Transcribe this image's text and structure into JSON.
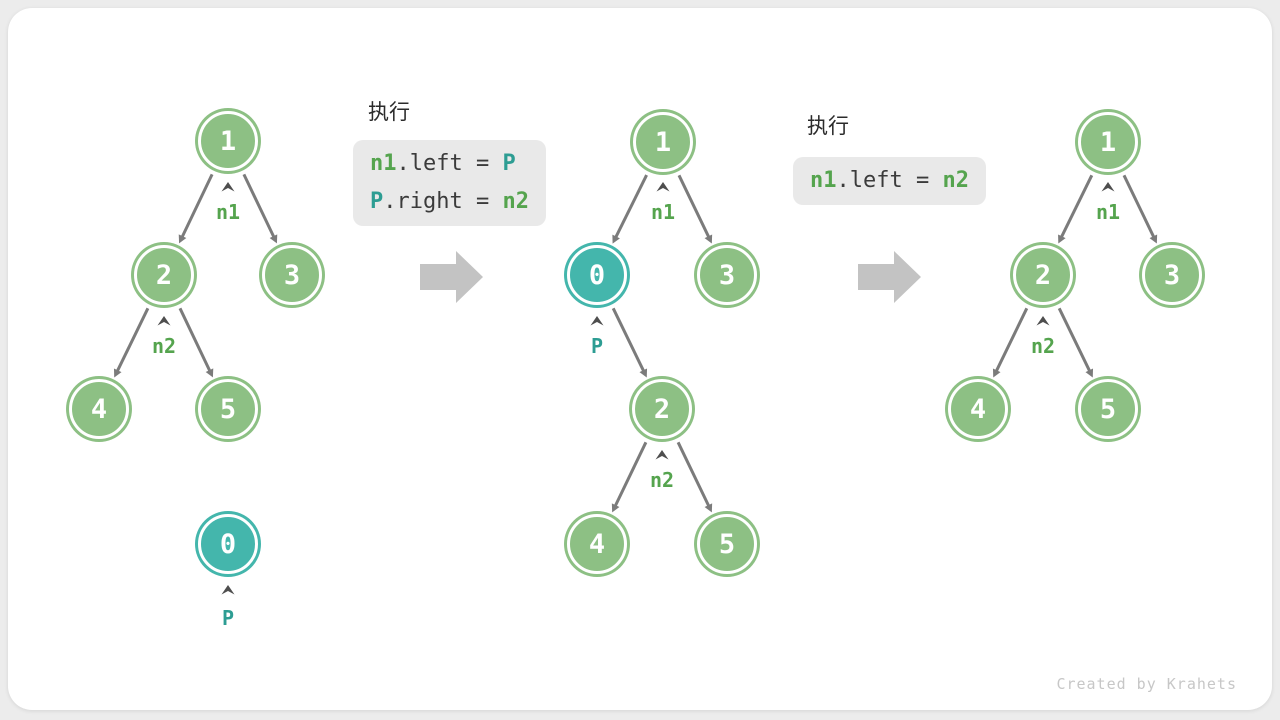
{
  "watermark": "Created by Krahets",
  "colors": {
    "page_background": "#ececec",
    "card_background": "#ffffff",
    "node_green": "#8DC084",
    "node_teal": "#44B6AC",
    "pointer_green_text": "#55A44E",
    "pointer_teal_text": "#2D9D93",
    "code_plain_text": "#3B3B3B",
    "code_box_background": "#E9E9E9",
    "edge_gray": "#7B7B7B",
    "step_arrow_gray": "#C3C3C3"
  },
  "code_blocks": [
    {
      "title": "执行",
      "lines": [
        {
          "segments": [
            {
              "text": "n1",
              "style": "green"
            },
            {
              "text": ".left = ",
              "style": "plain"
            },
            {
              "text": "P",
              "style": "teal"
            }
          ]
        },
        {
          "segments": [
            {
              "text": "P",
              "style": "teal"
            },
            {
              "text": ".right = ",
              "style": "plain"
            },
            {
              "text": "n2",
              "style": "green"
            }
          ]
        }
      ]
    },
    {
      "title": "执行",
      "lines": [
        {
          "segments": [
            {
              "text": "n1",
              "style": "green"
            },
            {
              "text": ".left = ",
              "style": "plain"
            },
            {
              "text": "n2",
              "style": "green"
            }
          ]
        }
      ]
    }
  ],
  "trees": [
    {
      "name": "tree-before-insertion",
      "nodes": [
        {
          "value": "1",
          "type": "green"
        },
        {
          "value": "2",
          "type": "green"
        },
        {
          "value": "3",
          "type": "green"
        },
        {
          "value": "4",
          "type": "green"
        },
        {
          "value": "5",
          "type": "green"
        },
        {
          "value": "0",
          "type": "teal"
        }
      ],
      "pointers": [
        {
          "label": "n1",
          "color": "green"
        },
        {
          "label": "n2",
          "color": "green"
        },
        {
          "label": "P",
          "color": "teal"
        }
      ],
      "edges": [
        "1->2",
        "1->3",
        "2->4",
        "2->5"
      ]
    },
    {
      "name": "tree-after-step1",
      "nodes": [
        {
          "value": "1",
          "type": "green"
        },
        {
          "value": "0",
          "type": "teal"
        },
        {
          "value": "3",
          "type": "green"
        },
        {
          "value": "2",
          "type": "green"
        },
        {
          "value": "4",
          "type": "green"
        },
        {
          "value": "5",
          "type": "green"
        }
      ],
      "pointers": [
        {
          "label": "n1",
          "color": "green"
        },
        {
          "label": "P",
          "color": "teal"
        },
        {
          "label": "n2",
          "color": "green"
        }
      ],
      "edges": [
        "1->0",
        "1->3",
        "0->2",
        "2->4",
        "2->5"
      ]
    },
    {
      "name": "tree-after-step2",
      "nodes": [
        {
          "value": "1",
          "type": "green"
        },
        {
          "value": "2",
          "type": "green"
        },
        {
          "value": "3",
          "type": "green"
        },
        {
          "value": "4",
          "type": "green"
        },
        {
          "value": "5",
          "type": "green"
        }
      ],
      "pointers": [
        {
          "label": "n1",
          "color": "green"
        },
        {
          "label": "n2",
          "color": "green"
        }
      ],
      "edges": [
        "1->2",
        "1->3",
        "2->4",
        "2->5"
      ]
    }
  ]
}
